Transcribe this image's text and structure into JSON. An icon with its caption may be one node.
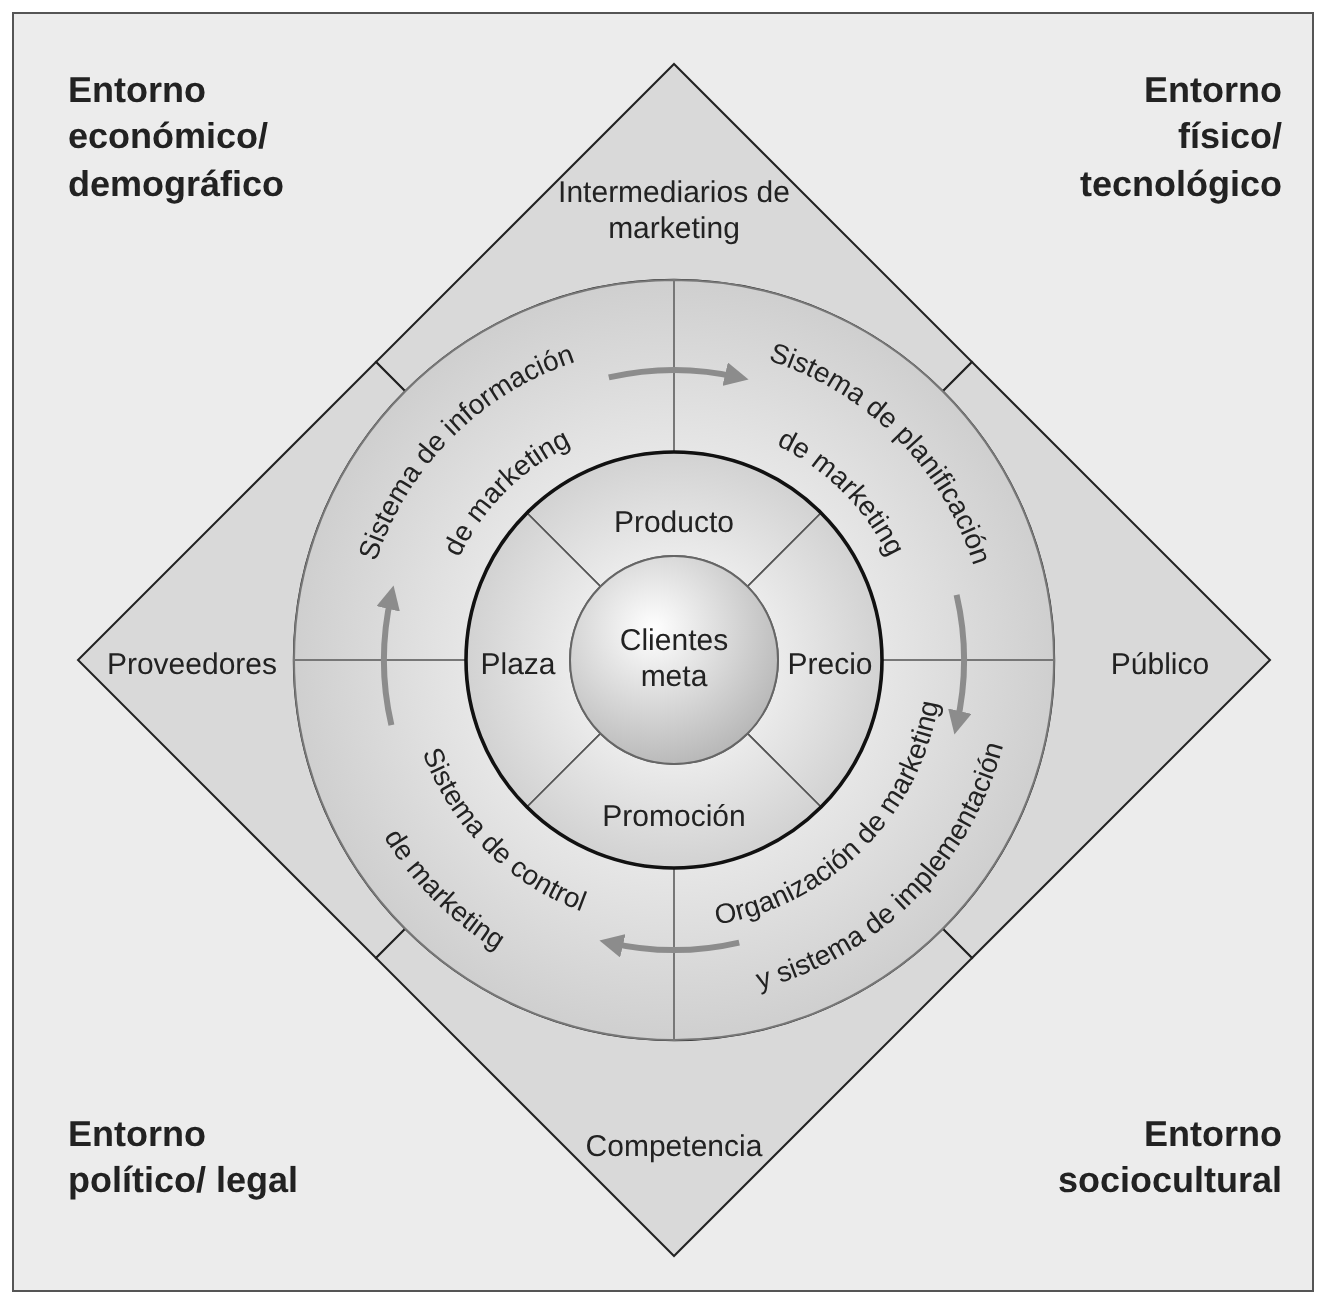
{
  "diagram": {
    "nodes": [
      {
        "text": [
          "Intermediarios de marketing"
        ]
      },
      {
        "text": [
          "Proveedores"
        ]
      },
      {
        "text": [
          "Público"
        ]
      },
      {
        "text": [
          "Competencia"
        ]
      },
      {
        "text": [
          "Sistema de información de marketing"
        ]
      },
      {
        "text": [
          "Sistema de planificación de marketing"
        ]
      },
      {
        "text": [
          "Sistema de control de marketing"
        ]
      },
      {
        "text": [
          "Organización de marketing y sistema de implementación"
        ]
      },
      {
        "text": [
          "Producto"
        ]
      },
      {
        "text": [
          "Plaza"
        ]
      },
      {
        "text": [
          "Precio"
        ]
      },
      {
        "text": [
          "Promoción"
        ]
      },
      {
        "text": [
          "Clientes meta"
        ]
      }
    ],
    "edges": [
      {
        "from": 4,
        "to": 5,
        "arrow": "to"
      },
      {
        "from": 5,
        "to": 7,
        "arrow": "to"
      },
      {
        "from": 7,
        "to": 6,
        "arrow": "to"
      },
      {
        "from": 6,
        "to": 4,
        "arrow": "to"
      }
    ],
    "labels": [
      "Entorno económico/ demográfico",
      "Entorno físico/ tecnológico",
      "Entorno político/ legal",
      "Entorno sociocultural"
    ]
  }
}
